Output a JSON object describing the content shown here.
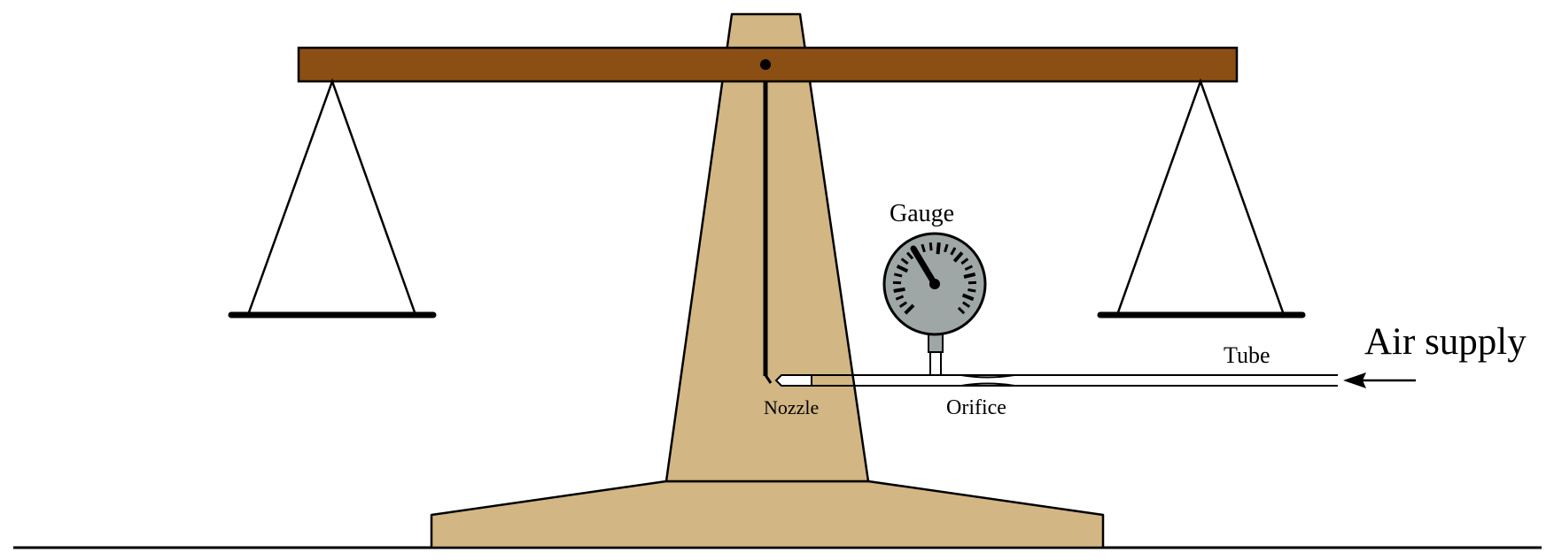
{
  "labels": {
    "gauge": "Gauge",
    "tube": "Tube",
    "air_supply": "Air supply",
    "nozzle": "Nozzle",
    "orifice": "Orifice"
  },
  "colors": {
    "beam": "#8B4E13",
    "stand": "#D2B683",
    "gauge_face": "#9FA6A6",
    "outline": "#000000",
    "background": "#FFFFFF"
  },
  "icons": {
    "gauge": "pressure-gauge-icon",
    "arrow": "arrow-left-icon"
  }
}
